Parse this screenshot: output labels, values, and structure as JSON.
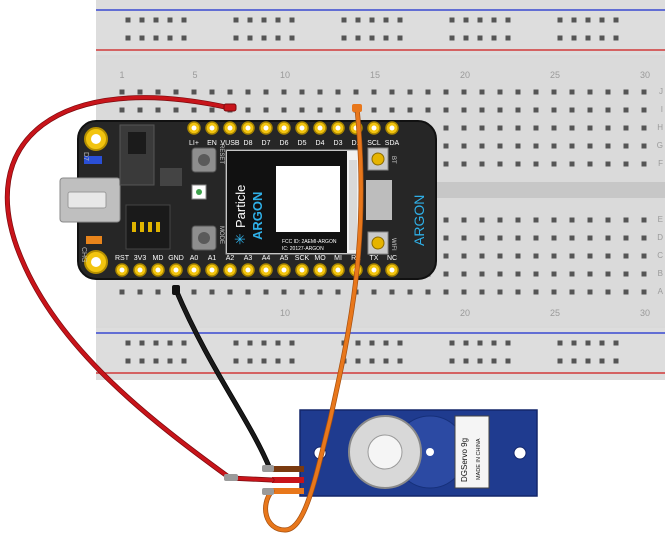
{
  "breadboard": {
    "column_numbers": [
      "1",
      "5",
      "10",
      "15",
      "20",
      "25",
      "30"
    ],
    "row_letters_top": [
      "J",
      "I",
      "H",
      "G",
      "F"
    ],
    "row_letters_bottom": [
      "E",
      "D",
      "C",
      "B",
      "A"
    ]
  },
  "argon": {
    "brand": "Particle",
    "model": "ARGON",
    "side_label": "ARGON",
    "fcc_id": "FCC ID: 2AEMI-ARGON",
    "ic_id": "IC: 20127-ARGON",
    "top_pins": [
      "LI+",
      "EN",
      "VUSB",
      "D8",
      "D7",
      "D6",
      "D5",
      "D4",
      "D3",
      "D2",
      "SCL",
      "SDA"
    ],
    "bottom_pins": [
      "RST",
      "3V3",
      "MD",
      "GND",
      "A0",
      "A1",
      "A2",
      "A3",
      "A4",
      "A5",
      "SCK",
      "MO",
      "MI",
      "RX",
      "TX",
      "NC"
    ],
    "buttons": {
      "reset": "RESET",
      "mode": "MODE"
    },
    "antenna_labels": {
      "bt": "BT",
      "wifi": "WIFI"
    },
    "led_labels": {
      "d7": "D7",
      "chg": "CHG"
    }
  },
  "servo": {
    "model": "DGServo 9g",
    "origin": "MADE IN CHINA"
  },
  "colors": {
    "wire_red": "#c8141a",
    "wire_black": "#1a1a1a",
    "wire_orange": "#e8771b",
    "servo_body": "#1f3b8f",
    "argon_board": "#262626",
    "rail_red": "#d23a3a",
    "rail_blue": "#3a4ad2"
  }
}
